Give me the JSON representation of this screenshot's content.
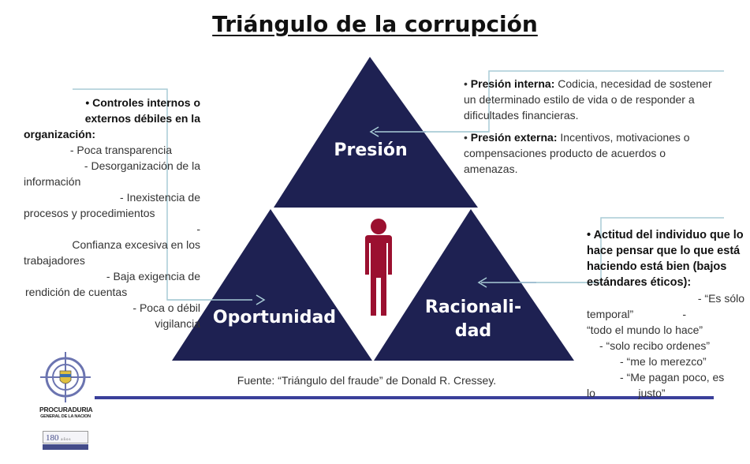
{
  "title": "Triángulo de la corrupción",
  "colors": {
    "triangle_fill": "#1e2152",
    "person_fill": "#9b1030",
    "connector_line": "#a9ccd6",
    "arrow": "#4a5aa8",
    "bottom_rule": "#3a3f9a"
  },
  "triangles": {
    "top": {
      "label": "Presión"
    },
    "bottom_left": {
      "label": "Oportunidad"
    },
    "bottom_right": {
      "label_line1": "Racionali-",
      "label_line2": "dad"
    }
  },
  "center_icon": "person-icon",
  "oportunidad_text": {
    "heading_line1": "• Controles internos o",
    "heading_line2": "externos débiles en la",
    "heading_line3": "organización:",
    "items": [
      "- Poca transparencia",
      "- Desorganización de la",
      "información",
      "- Inexistencia de",
      "procesos y procedimientos",
      "-",
      "Confianza excesiva en los",
      "trabajadores",
      "- Baja exigencia de",
      "rendición de cuentas",
      "- Poca o débil",
      "vigilancia"
    ]
  },
  "presion_text": {
    "interna_label": "Presión interna:",
    "interna_text": " Codicia, necesidad de sostener un determinado estilo de vida o de responder a dificultades financieras.",
    "externa_label": "Presión externa:",
    "externa_text": " Incentivos, motivaciones o compensaciones producto de acuerdos o amenazas."
  },
  "racionalidad_text": {
    "heading": "• Actitud del individuo que lo hace pensar que lo que está haciendo está bien (bajos estándares éticos):",
    "items": [
      "- “Es sólo",
      "temporal”                -",
      "“todo el mundo lo hace”",
      "- “solo recibo ordenes”",
      "- “me lo merezco”",
      "- “Me pagan poco, es",
      "lo              justo”"
    ]
  },
  "source": "Fuente: “Triángulo del fraude” de Donald R. Cressey.",
  "logo": {
    "name_line1": "PROCURADURIA",
    "name_line2": "GENERAL DE LA NACION",
    "badge": "180",
    "badge_suffix": "años"
  }
}
